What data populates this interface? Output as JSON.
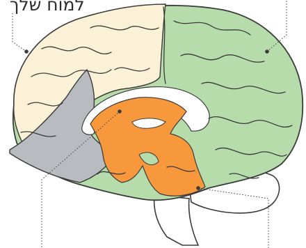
{
  "labels": {
    "top_left": "למוח שלך"
  },
  "regions": [
    {
      "name": "frontal-lobe",
      "color": "#fbf1d6"
    },
    {
      "name": "parietal-occipital-temporal-lobes",
      "color": "#b5dcaa"
    },
    {
      "name": "limbic-system",
      "color": "#f7983c"
    },
    {
      "name": "prefrontal-cortex",
      "color": "#b8bcc0"
    },
    {
      "name": "corpus-callosum",
      "color": "#ffffff"
    }
  ],
  "colors": {
    "outline": "#3a3a3a",
    "leader_line": "#3a3a3a",
    "brainstem": "#ffffff"
  }
}
